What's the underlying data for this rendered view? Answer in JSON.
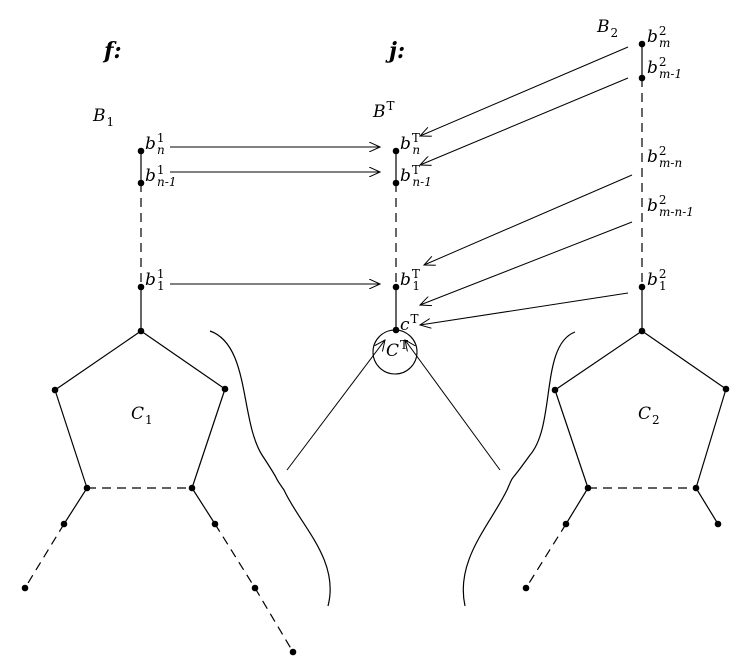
{
  "titles": {
    "f": "f:",
    "j": "j:"
  },
  "labels": {
    "B1": {
      "main": "B",
      "sub": "1"
    },
    "BT": {
      "main": "B",
      "sup": "T"
    },
    "B2": {
      "main": "B",
      "sub": "2"
    },
    "C1": {
      "main": "C",
      "sub": "1"
    },
    "C2": {
      "main": "C",
      "sub": "2"
    },
    "CT": {
      "main": "C",
      "sup": "T"
    },
    "cT": {
      "main": "c",
      "sup": "T"
    },
    "b1n": {
      "main": "b",
      "sup": "1",
      "sub": "n"
    },
    "b1n1": {
      "main": "b",
      "sup": "1",
      "sub": "n-1"
    },
    "b11": {
      "main": "b",
      "sup": "1",
      "sub": "1"
    },
    "bTn": {
      "main": "b",
      "sup": "T",
      "sub": "n"
    },
    "bTn1": {
      "main": "b",
      "sup": "T",
      "sub": "n-1"
    },
    "bT1": {
      "main": "b",
      "sup": "T",
      "sub": "1"
    },
    "b2m": {
      "main": "b",
      "sup": "2",
      "sub": "m"
    },
    "b2m1": {
      "main": "b",
      "sup": "2",
      "sub": "m-1"
    },
    "b2mn": {
      "main": "b",
      "sup": "2",
      "sub": "m-n"
    },
    "b2mn1": {
      "main": "b",
      "sup": "2",
      "sub": "m-n-1"
    },
    "b21": {
      "main": "b",
      "sup": "2",
      "sub": "1"
    }
  },
  "colors": {
    "ink": "#000000",
    "background": "#ffffff"
  }
}
